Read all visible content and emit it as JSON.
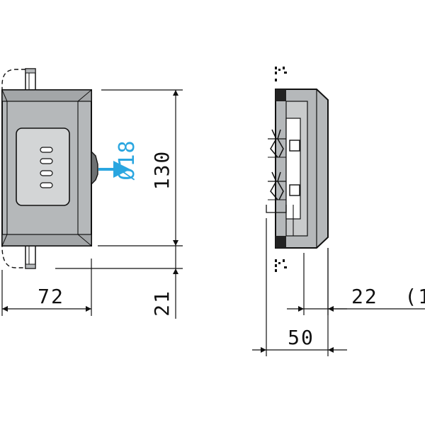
{
  "colors": {
    "body_fill": "#b5b8ba",
    "body_dark": "#8e9193",
    "window_fill": "#d3d5d6",
    "accent_blue": "#2aa6e0",
    "line": "#111111",
    "background": "#ffffff"
  },
  "front_view": {
    "dim_width": "72",
    "dim_height": "130",
    "dim_offset": "21",
    "cable_diameter": "Ø18"
  },
  "side_view": {
    "dim_depth": "50",
    "dim_protrusion": "22  (1"
  }
}
